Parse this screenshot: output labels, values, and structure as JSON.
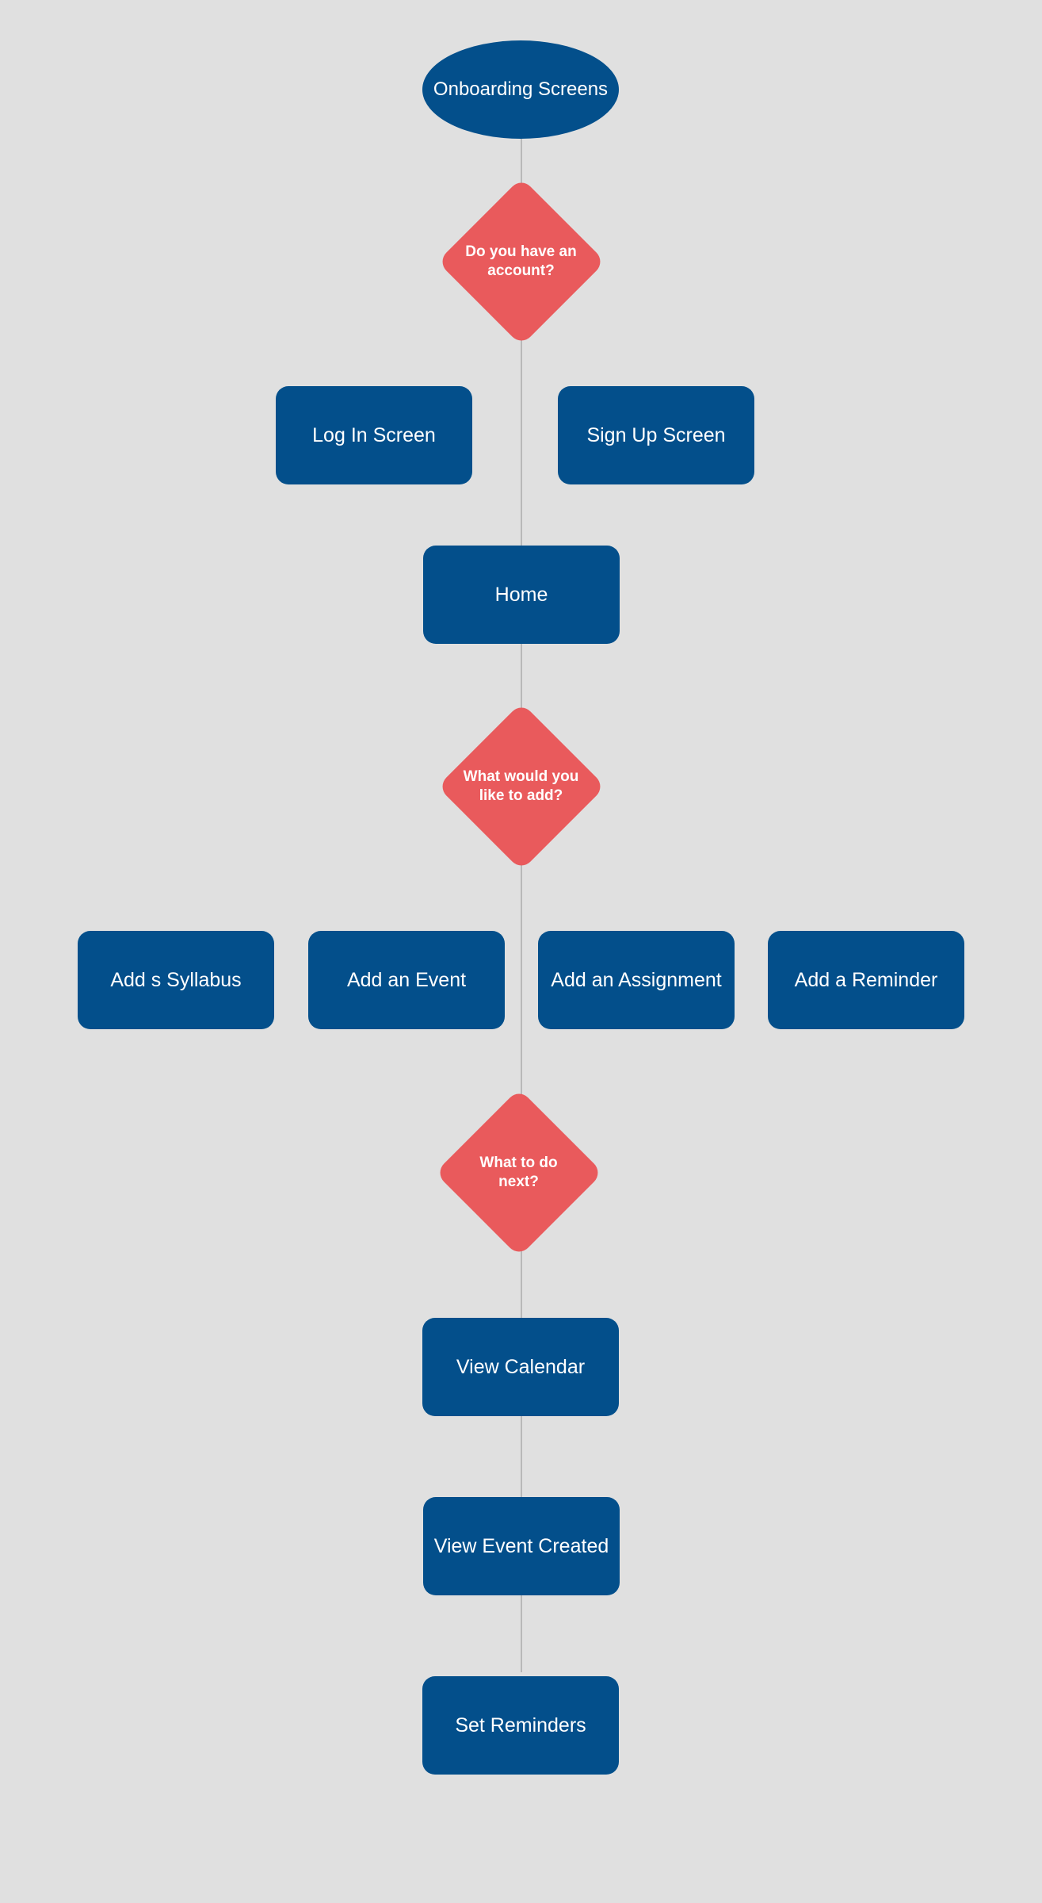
{
  "colors": {
    "background": "#e0e0e0",
    "process_fill": "#034f8b",
    "decision_fill": "#e95a5c",
    "connector": "#b9b9b9",
    "text": "#ffffff"
  },
  "nodes": {
    "start": "Onboarding Screens",
    "decision_account": "Do you have an account?",
    "login": "Log In Screen",
    "signup": "Sign Up Screen",
    "home": "Home",
    "decision_add": "What would you like to add?",
    "add_syllabus": "Add s Syllabus",
    "add_event": "Add an Event",
    "add_assignment": "Add an Assignment",
    "add_reminder": "Add a Reminder",
    "decision_next": "What to do next?",
    "view_calendar": "View Calendar",
    "view_event_created": "View Event Created",
    "set_reminders": "Set Reminders"
  }
}
